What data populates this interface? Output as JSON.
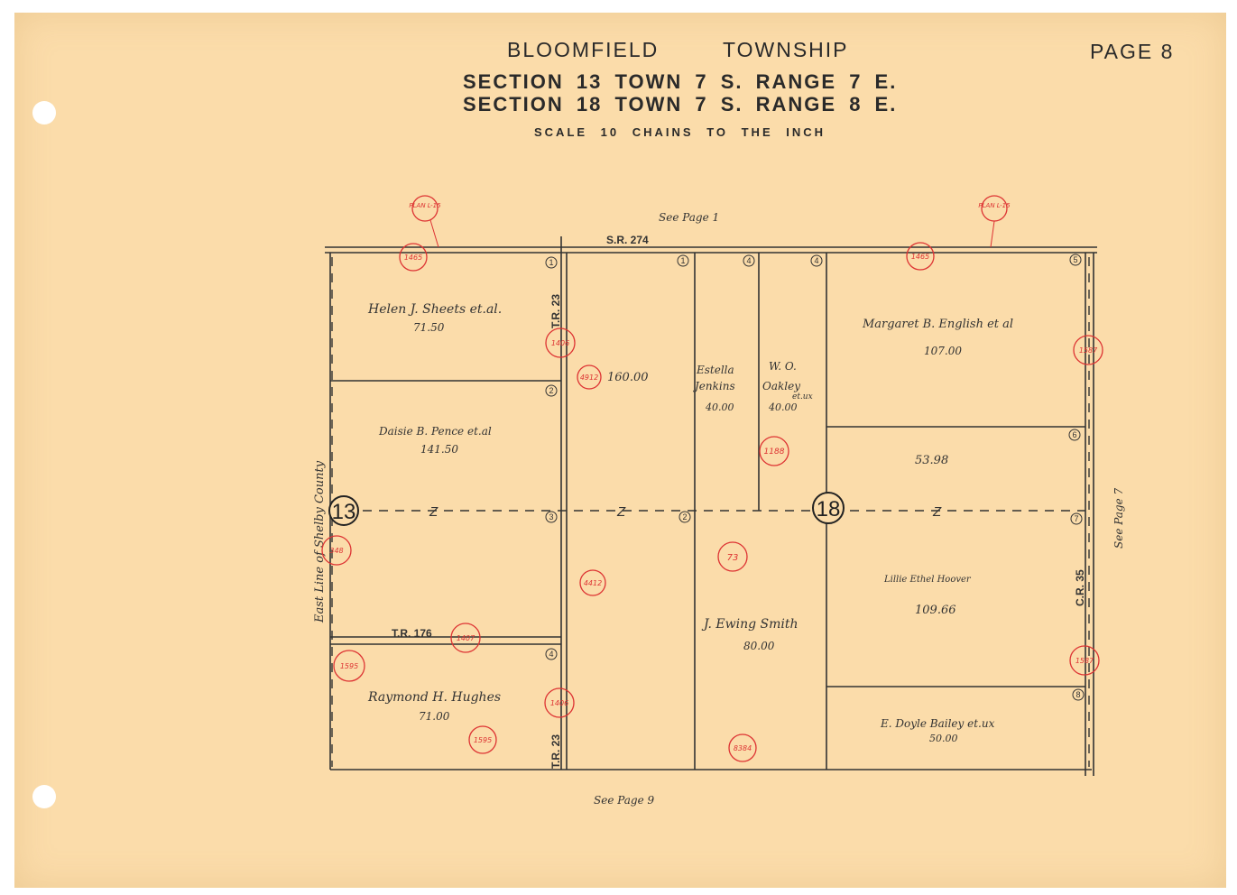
{
  "header": {
    "township": "BLOOMFIELD",
    "township_word": "TOWNSHIP",
    "page": "PAGE 8",
    "line1": "SECTION 13   TOWN 7 S. RANGE 7 E.",
    "line2": "SECTION 18   TOWN 7 S. RANGE 8 E.",
    "scale": "SCALE   10 CHAINS TO THE INCH"
  },
  "references": {
    "north": "See Page 1",
    "south": "See Page 9",
    "east": "See Page 7",
    "west_line": "East Line of Shelby County"
  },
  "roads": {
    "north": "S.R. 274",
    "tr23_top": "T.R. 23",
    "tr23_bottom": "T.R. 23",
    "tr176": "T.R. 176",
    "cr35": "C.R. 35"
  },
  "sections": {
    "left": "13",
    "right": "18"
  },
  "parcels": [
    {
      "owner": "Helen J. Sheets  et.al.",
      "acres": "71.50"
    },
    {
      "owner": "Daisie B. Pence  et.al",
      "acres": "141.50"
    },
    {
      "owner": "Raymond H. Hughes",
      "acres": "71.00"
    },
    {
      "owner": "",
      "acres": "160.00"
    },
    {
      "owner_line1": "Estella",
      "owner_line2": "Jenkins",
      "acres": "40.00"
    },
    {
      "owner_line1": "W. O.",
      "owner_line2": "Oakley",
      "suffix": "et.ux",
      "acres": "40.00"
    },
    {
      "owner": "J. Ewing  Smith",
      "acres": "80.00"
    },
    {
      "owner": "Margaret B. English  et al",
      "acres": "107.00"
    },
    {
      "owner": "",
      "acres": "53.98"
    },
    {
      "owner": "Lillie Ethel Hoover",
      "acres": "109.66"
    },
    {
      "owner": "E. Doyle Bailey  et.ux",
      "acres": "50.00"
    }
  ],
  "plan_refs": [
    "PLAN L-15",
    "PLAN L-15"
  ],
  "red_refs": [
    "1465",
    "1465",
    "1406",
    "4912",
    "1587",
    "1188",
    "348",
    "73",
    "4412",
    "1407",
    "1595",
    "1406",
    "1595",
    "8384",
    "1587"
  ],
  "lot_numbers": [
    "1",
    "2",
    "3",
    "4",
    "1",
    "2",
    "4",
    "4",
    "5",
    "6",
    "7",
    "8"
  ],
  "colors": {
    "paper": "#fbdcaa",
    "ink": "#2a2a2a",
    "red_ink": "#dd3333"
  }
}
